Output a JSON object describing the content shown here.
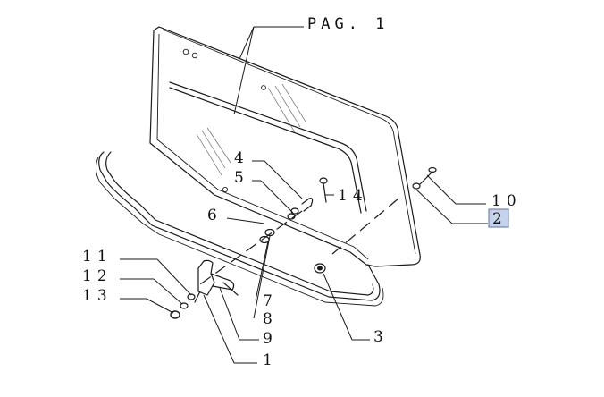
{
  "page_ref": "PAG. 1",
  "callouts": {
    "c1": "1",
    "c2": "2",
    "c3": "3",
    "c4": "4",
    "c5": "5",
    "c6": "6",
    "c7": "7",
    "c8": "8",
    "c9": "9",
    "c10": "10",
    "c11": "11",
    "c12": "12",
    "c13": "13",
    "c14": "14"
  },
  "highlighted_callout": "2",
  "colors": {
    "line": "#1a1a1a",
    "highlight_fill": "#c7d3ea",
    "highlight_border": "#5b72a6"
  }
}
